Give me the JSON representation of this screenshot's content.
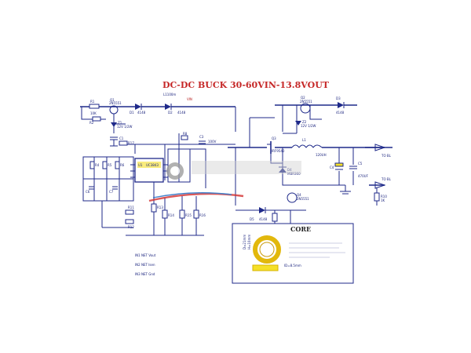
{
  "title": "DC-DC BUCK 30-60VIN-13.8VOUT",
  "colors": {
    "wire": "#1f2a8a",
    "title": "#c62828",
    "core_fill": "#f5e027",
    "ring": "#e2b80c"
  },
  "components": {
    "r1": "R1",
    "r1v": "10K",
    "q1": "Q1",
    "q1v": "2N5551",
    "d1": "D1",
    "d1v": "4148",
    "z1": "Z1",
    "z1v": "12V 1/2W",
    "c1": "C1",
    "r2": "R2",
    "d2": "D2",
    "d2v": "4148",
    "l1100": "L1100m",
    "vin60": "VIN",
    "q2": "Q2",
    "q2v": "2N5551",
    "d3": "D3",
    "d3v": "4148",
    "z2": "Z2",
    "z2v": "12V 1/2W",
    "c3": "C3",
    "c3v": "100V",
    "r4": "R4",
    "r5": "R5",
    "r6": "R6",
    "r8": "R8",
    "c6": "C6",
    "c7": "C7",
    "u1": "U1",
    "u1v": "UC3843",
    "q3": "Q3",
    "q3v": "IRF9540",
    "d4": "D4",
    "d4v": "MBR360",
    "l1": "L1",
    "l1v": "120UH",
    "c4": "C4",
    "c5": "C5",
    "c5v": "470UF",
    "out1": "TO BL",
    "out2": "TO BL",
    "r10": "R10",
    "r10v": "1K",
    "r11": "R11",
    "r12": "R12",
    "q4": "Q4",
    "q4v": "2N5551",
    "d5": "D5",
    "d5v": "4148",
    "r13": "R13",
    "r14": "R14",
    "r15": "R15",
    "r16": "R16",
    "r17": "R17"
  },
  "notes": [
    "IN1 NET Vout",
    "IN2 NET Isen",
    "IN3 NET Gnd"
  ],
  "core": {
    "title": "CORE",
    "dim1": "D=21mm",
    "dim2": "H=10mm",
    "dim3": "ID=8.5mm"
  }
}
